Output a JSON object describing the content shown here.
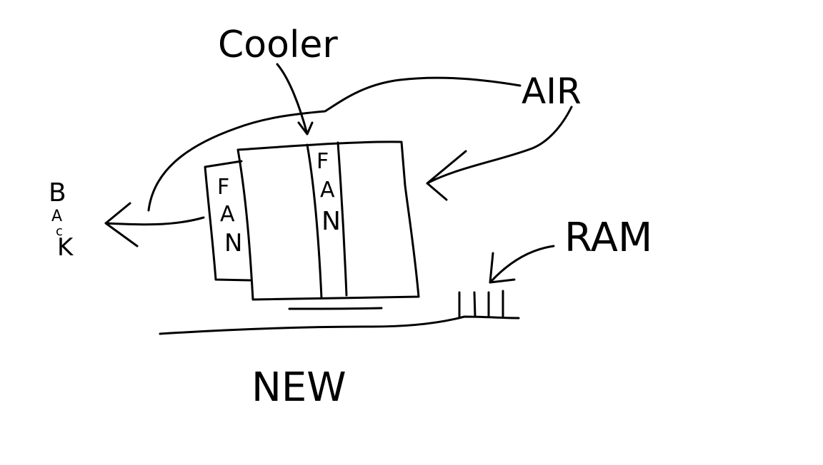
{
  "labels": {
    "cooler": "Cooler",
    "air": "AIR",
    "ram": "RAM",
    "back": [
      "B",
      "A",
      "c",
      "K"
    ],
    "new": "NEW",
    "fan_rear": [
      "F",
      "A",
      "N"
    ],
    "fan_front": [
      "F",
      "A",
      "N"
    ]
  },
  "colors": {
    "ink": "#000000",
    "background": "#ffffff"
  }
}
